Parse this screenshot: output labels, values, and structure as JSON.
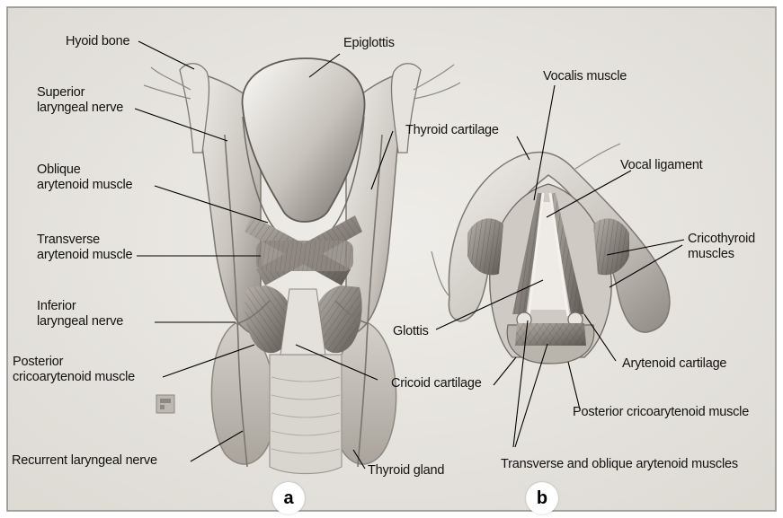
{
  "figure": {
    "panel_a": {
      "letter": "a",
      "labels": {
        "hyoid_bone": "Hyoid bone",
        "superior_laryngeal_nerve": "Superior\nlaryngeal nerve",
        "oblique_arytenoid_muscle": "Oblique\narytenoid muscle",
        "transverse_arytenoid_muscle": "Transverse\narytenoid muscle",
        "inferior_laryngeal_nerve": "Inferior\nlaryngeal nerve",
        "posterior_cricoarytenoid_muscle": "Posterior\ncricoarytenoid muscle",
        "recurrent_laryngeal_nerve": "Recurrent laryngeal nerve",
        "epiglottis": "Epiglottis",
        "thyroid_cartilage": "Thyroid cartilage",
        "cricoid_cartilage": "Cricoid cartilage",
        "thyroid_gland": "Thyroid gland"
      }
    },
    "panel_b": {
      "letter": "b",
      "labels": {
        "vocalis_muscle": "Vocalis muscle",
        "vocal_ligament": "Vocal ligament",
        "cricothyroid_muscles": "Cricothyroid\nmuscles",
        "glottis": "Glottis",
        "arytenoid_cartilage": "Arytenoid cartilage",
        "posterior_cricoarytenoid_muscle": "Posterior cricoarytenoid muscle",
        "transverse_and_oblique_arytenoid_muscles": "Transverse and oblique arytenoid muscles"
      }
    }
  },
  "colors": {
    "background": "#ebe9e4",
    "frame": "#8a8a86",
    "drawing_light": "#d8d5cf",
    "drawing_mid": "#a8a49d",
    "drawing_dark": "#5f5b55",
    "leader_line": "#000000"
  }
}
